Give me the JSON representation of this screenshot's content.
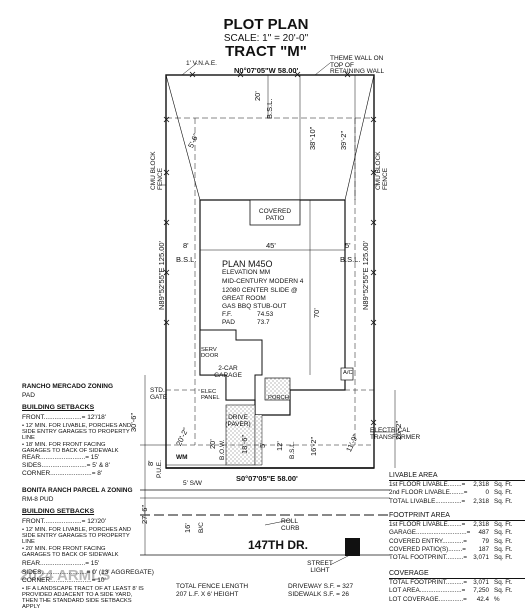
{
  "header": {
    "title": "PLOT PLAN",
    "scale": "SCALE: 1\" = 20'-0\"",
    "tract": "TRACT \"M\""
  },
  "plan": {
    "top_bearing": "N0°07'05\"W  58.00'",
    "bottom_bearing": "S0°07'05\"E  58.00'",
    "left_bearing": "N89°52'55\"E  125.00'",
    "right_bearing": "N89°52'55\"E  125.00'",
    "vnae": "1' V.N.A.E.",
    "theme_wall": "THEME WALL ON TOP OF RETAINING WALL",
    "cmu_left": "CMU BLOCK FENCE",
    "cmu_right": "CMU BLOCK FENCE",
    "rear_bsl": "B.S.L.",
    "rear_setback": "20'",
    "dim_left_top": "5'-6\"",
    "dim_left_38": "38'-10\"",
    "dim_right_39": "39'-2\"",
    "covered_patio": "COVERED PATIO",
    "side_left": "8'",
    "side_width": "45'",
    "side_right": "5'",
    "bsl_left": "B.S.L.",
    "bsl_right": "B.S.L.",
    "depth_70": "70'",
    "house": {
      "plan": "PLAN M45O",
      "elevation": "ELEVATION MM",
      "style": "MID-CENTURY MODERN 4",
      "option1": "12080 CENTER SLIDE @",
      "option2": "GREAT ROOM",
      "option3": "GAS BBQ STUB-OUT",
      "ff_label": "F.F.",
      "ff_value": "74.53",
      "pad_label": "PAD",
      "pad_value": "73.7"
    },
    "serv_door": "SERV DOOR",
    "garage": "2-CAR GARAGE",
    "elec_panel": "ELEC PANEL",
    "std_gate": "STD. GATE",
    "ac": "A/C",
    "porch": "PORCH",
    "drive": "DRIVE (PAVER)",
    "dim_30_6": "30'-6\"",
    "dim_20_2": "20'-2\"",
    "dim_20": "20'",
    "bow": "B.O.W.",
    "dim_18_6": "18'-6\"",
    "dim_5": "5'",
    "dim_12": "12'",
    "bsl_front": "B.S.L.",
    "dim_16_2": "16'-2\"",
    "dim_11_9": "11'-9\"",
    "dim_26_2": "26'-2\"",
    "electrical_transformer": "ELECTRICAL TRANSFORMER",
    "pue": "P.U.E.",
    "dim_8": "8'",
    "wm": "WM",
    "sw": "5' S/W",
    "dim_27_6": "27'-6\"",
    "dim_16": "16'",
    "bc": "B/C",
    "roll_curb": "ROLL CURB",
    "street": "147TH DR.",
    "street_light": "STREET LIGHT"
  },
  "zoning": {
    "rancho_title": "RANCHO MERCADO ZONING",
    "rancho_zone": "PAD",
    "setbacks_title": "BUILDING SETBACKS",
    "rancho_front": "FRONT.....................= 12'/18'",
    "rancho_note1": "• 12' MIN. FOR LIVABLE, PORCHES AND SIDE ENTRY GARAGES TO PROPERTY LINE",
    "rancho_note2": "• 18' MIN. FOR FRONT FACING GARAGES TO BACK OF SIDEWALK",
    "rancho_rear": "REAR.........................= 15'",
    "rancho_sides": "SIDES.........................= 5' & 8'",
    "rancho_corner": "CORNER.......................= 8'",
    "bonita_title": "BONITA RANCH PARCEL A ZONING",
    "bonita_zone": "RM-8 PUD",
    "bonita_setbacks_title": "BUILDING SETBACKS",
    "bonita_front": "FRONT.....................= 12'/20'",
    "bonita_note1": "• 12' MIN. FOR LIVABLE, PORCHES AND SIDE ENTRY GARAGES TO PROPERTY LINE",
    "bonita_note2": "• 20' MIN. FOR FRONT FACING GARAGES TO BACK OF SIDEWALK",
    "bonita_rear": "REAR.........................= 15'",
    "bonita_sides": "SIDES.........................= 0' (13' AGGREGATE)",
    "bonita_corner": "CORNER.......................= 10'",
    "bonita_note3": "• IF A LANDSCAPE TRACT OF AT LEAST 8' IS PROVIDED ADJACENT TO A SIDE YARD, THEN THE STANDARD SIDE SETBACKS APPLY"
  },
  "watermark": "2024 ARMLS",
  "fence": {
    "label": "TOTAL FENCE LENGTH",
    "value": "207  L.F.  X  6' HEIGHT"
  },
  "driveway": {
    "driveway": "DRIVEWAY S.F. = 327",
    "sidewalk": "SIDEWALK S.F. = 26"
  },
  "livable_area": {
    "title": "LIVABLE AREA",
    "rows": [
      {
        "label": "1st FLOOR LIVABLE........=",
        "value": "2,318",
        "unit": "Sq. Ft."
      },
      {
        "label": "2nd FLOOR LIVABLE........=",
        "value": "0",
        "unit": "Sq. Ft."
      },
      {
        "label": "TOTAL LIVABLE...............=",
        "value": "2,318",
        "unit": "Sq. Ft."
      }
    ]
  },
  "footprint_area": {
    "title": "FOOTPRINT AREA",
    "rows": [
      {
        "label": "1st FLOOR LIVABLE........=",
        "value": "2,318",
        "unit": "Sq. Ft."
      },
      {
        "label": "GARAGE.............................=",
        "value": "487",
        "unit": "Sq. Ft."
      },
      {
        "label": "COVERED ENTRY............=",
        "value": "79",
        "unit": "Sq. Ft."
      },
      {
        "label": "COVERED PATIO(S)........=",
        "value": "187",
        "unit": "Sq. Ft."
      },
      {
        "label": "TOTAL FOOTPRINT..........=",
        "value": "3,071",
        "unit": "Sq. Ft."
      }
    ]
  },
  "coverage": {
    "title": "COVERAGE",
    "rows": [
      {
        "label": "TOTAL FOOTPRINT..........=",
        "value": "3,071",
        "unit": "Sq. Ft."
      },
      {
        "label": "LOT AREA........................=",
        "value": "7,250",
        "unit": "Sq. Ft."
      },
      {
        "label": "LOT COVERAGE..............=",
        "value": "42.4",
        "unit": "%"
      }
    ]
  }
}
